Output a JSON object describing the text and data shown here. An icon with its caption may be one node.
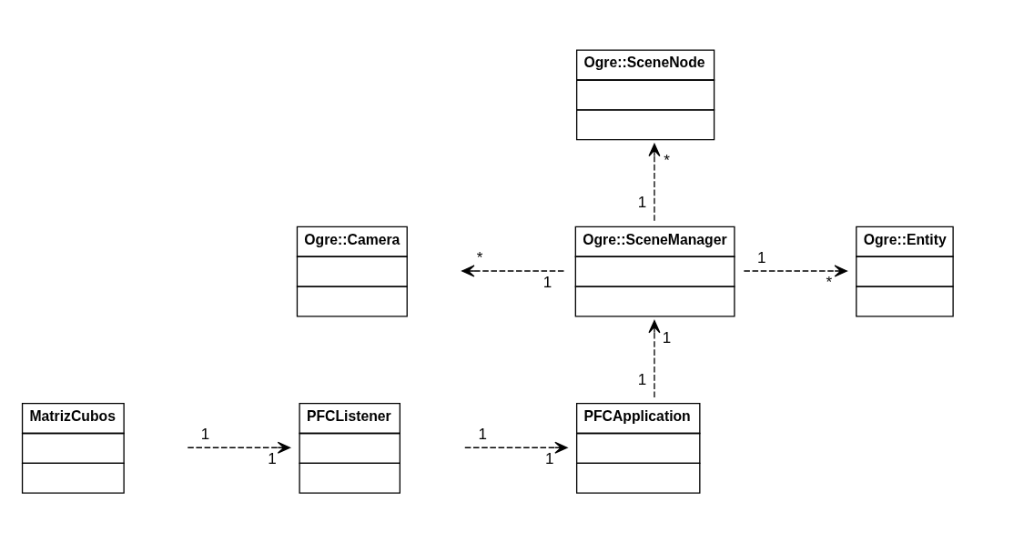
{
  "diagram": {
    "nodes": [
      {
        "text": [
          "Ogre::SceneNode"
        ]
      },
      {
        "text": [
          "Ogre::Camera"
        ]
      },
      {
        "text": [
          "Ogre::SceneManager"
        ]
      },
      {
        "text": [
          "Ogre::Entity"
        ]
      },
      {
        "text": [
          "MatrizCubos"
        ]
      },
      {
        "text": [
          "PFCListener"
        ]
      },
      {
        "text": [
          "PFCApplication"
        ]
      }
    ],
    "edges": [
      {
        "from": 2,
        "to": 0,
        "arrow": "to",
        "style": "dashed"
      },
      {
        "from": 2,
        "to": 1,
        "arrow": "to",
        "style": "dashed"
      },
      {
        "from": 2,
        "to": 3,
        "arrow": "to",
        "style": "dashed"
      },
      {
        "from": 6,
        "to": 2,
        "arrow": "to",
        "style": "dashed"
      },
      {
        "from": 4,
        "to": 5,
        "arrow": "to",
        "style": "dashed"
      },
      {
        "from": 5,
        "to": 6,
        "arrow": "to",
        "style": "dashed"
      }
    ],
    "labels": [
      "*",
      "1",
      "*",
      "1",
      "1",
      "*",
      "1",
      "1",
      "1",
      "1",
      "1",
      "1"
    ]
  }
}
